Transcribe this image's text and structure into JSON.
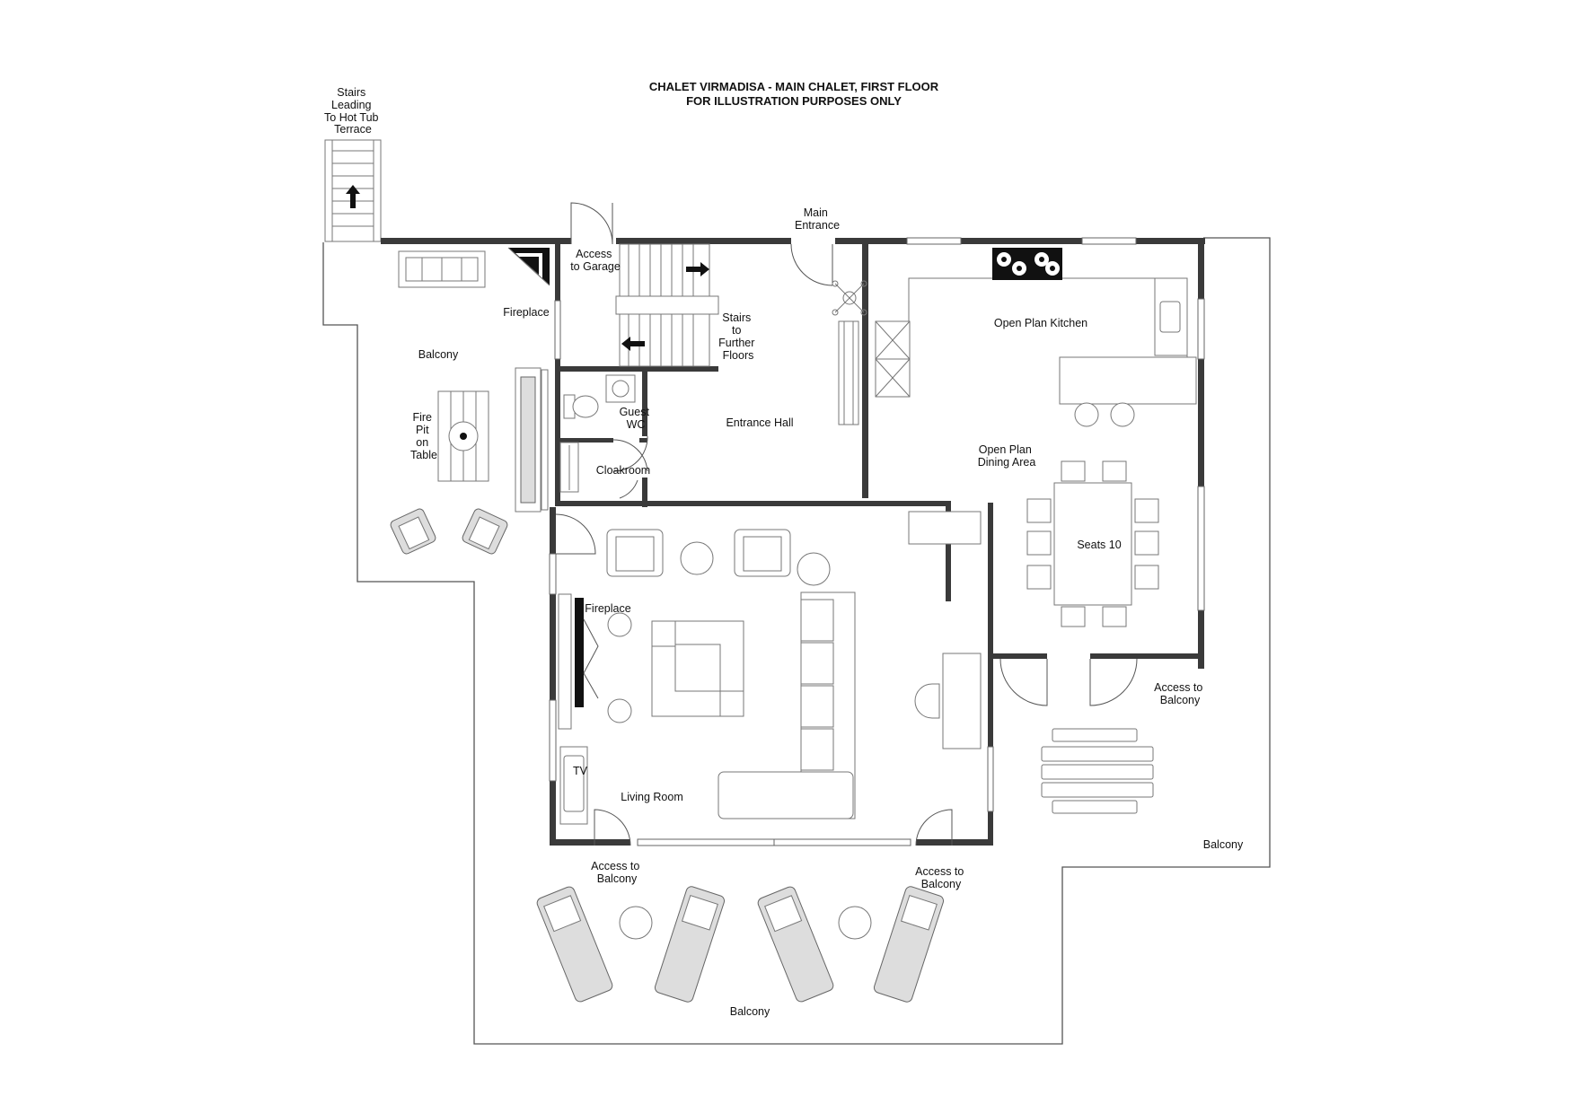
{
  "header": {
    "title": "CHALET VIRMADISA - MAIN CHALET, FIRST FLOOR",
    "subtitle": "FOR ILLUSTRATION PURPOSES ONLY"
  },
  "labels": {
    "stairs_hot_tub": [
      "Stairs",
      "Leading",
      "To Hot Tub",
      "Terrace"
    ],
    "access_garage": [
      "Access",
      "to Garage"
    ],
    "main_entrance": [
      "Main",
      "Entrance"
    ],
    "fireplace_balcony": "Fireplace",
    "stairs_further": [
      "Stairs",
      "to",
      "Further",
      "Floors"
    ],
    "balcony_west": "Balcony",
    "fire_pit": [
      "Fire",
      "Pit",
      "on",
      "Table"
    ],
    "guest_wc": [
      "Guest",
      "WC"
    ],
    "entrance_hall": "Entrance Hall",
    "cloakroom": "Cloakroom",
    "open_plan_kitchen": "Open Plan Kitchen",
    "open_plan_dining": [
      "Open Plan",
      "Dining Area"
    ],
    "seats": "Seats 10",
    "fireplace_living": "Fireplace",
    "access_balcony_east": [
      "Access to",
      "Balcony"
    ],
    "tv": "TV",
    "living_room": "Living Room",
    "access_balcony_sw": [
      "Access to",
      "Balcony"
    ],
    "access_balcony_se": [
      "Access to",
      "Balcony"
    ],
    "balcony_east": "Balcony",
    "balcony_south": "Balcony"
  }
}
